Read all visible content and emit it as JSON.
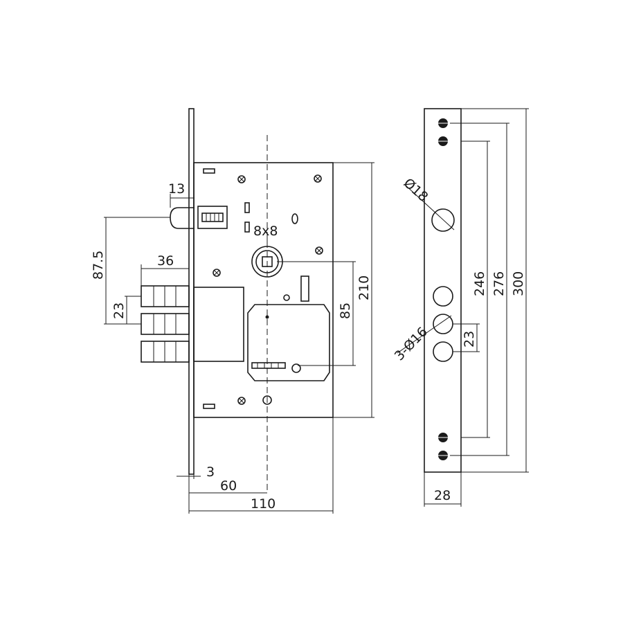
{
  "colors": {
    "ink": "#1a1a1a",
    "background": "#ffffff"
  },
  "lock_body": {
    "dimensions": {
      "faceplate_offset": "13",
      "cam_height": "87.5",
      "bolt_length": "36",
      "bolt_pitch": "23",
      "spindle": "8x8",
      "spindle_to_key": "85",
      "body_height": "210",
      "faceplate_thickness": "3",
      "backset": "60",
      "body_width": "110"
    }
  },
  "faceplate": {
    "dimensions": {
      "cylinder_hole": "Ø18",
      "bolt_holes": "3-Ø16",
      "bolt_hole_pitch": "23",
      "inner_screw_spacing": "246",
      "outer_screw_spacing": "276",
      "faceplate_length": "300",
      "faceplate_width": "28"
    }
  }
}
